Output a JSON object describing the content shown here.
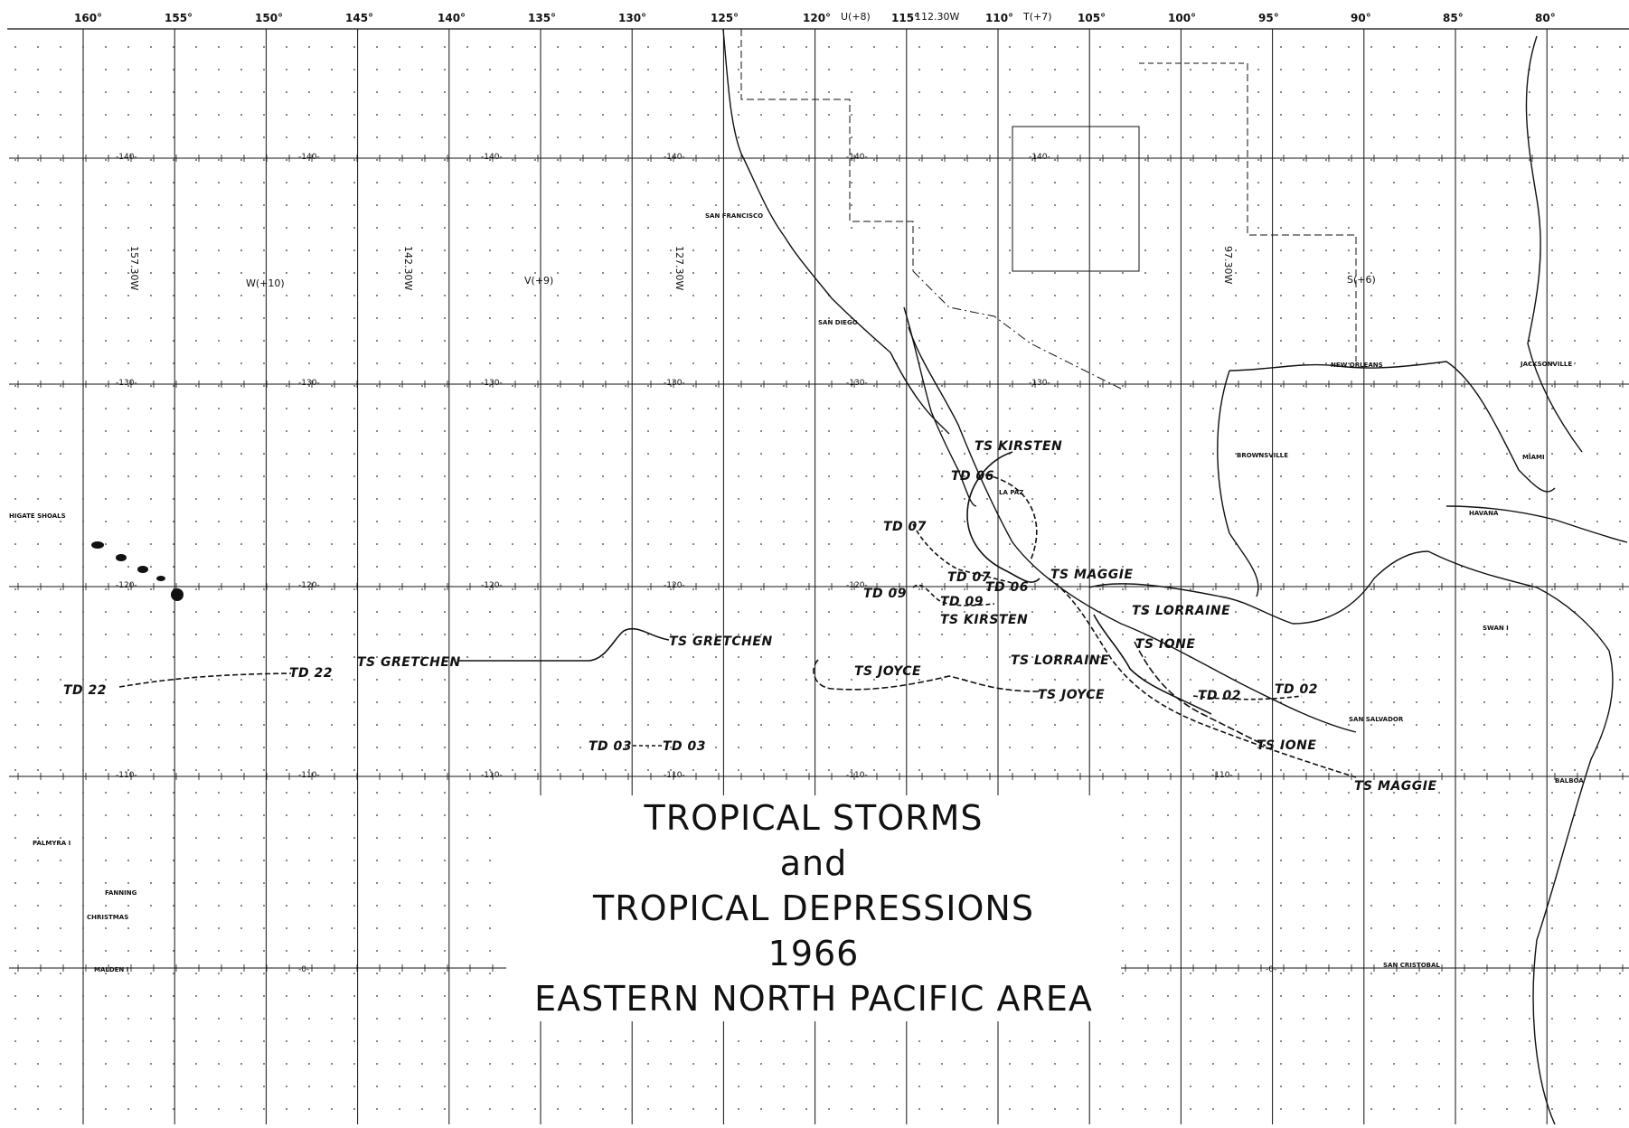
{
  "title": {
    "line1": "TROPICAL  STORMS",
    "line2": "and",
    "line3": "TROPICAL  DEPRESSIONS",
    "line4": "1966",
    "line5": "EASTERN NORTH PACIFIC AREA"
  },
  "longitude_labels": [
    "160°",
    "155°",
    "150°",
    "145°",
    "140°",
    "135°",
    "130°",
    "125°",
    "120°",
    "115°",
    "110°",
    "105°",
    "100°",
    "95°",
    "90°",
    "85°",
    "80°"
  ],
  "latitude_ticks": [
    "-140-",
    "-130-",
    "-120-",
    "-110-",
    "-0-"
  ],
  "time_zones": [
    "W(+10)",
    "V(+9)",
    "U(+8)",
    "T(+7)",
    "S(+6)"
  ],
  "meridian_labels": [
    "157.30W",
    "142.30W",
    "127.30W",
    "112.30W",
    "97.30W"
  ],
  "places": [
    "SAN FRANCISCO",
    "SAN DIEGO",
    "LA PAZ",
    "BROWNSVILLE",
    "NEW ORLEANS",
    "JACKSONVILLE",
    "MIAMI",
    "HAVANA",
    "SWAN I",
    "SAN SALVADOR",
    "BALBOA",
    "SAN CRISTOBAL",
    "PALMYRA I",
    "FANNING",
    "CHRISTMAS",
    "MALDEN I",
    "HIGATE SHOALS"
  ],
  "storms": [
    {
      "label": "TS GRETCHEN"
    },
    {
      "label": "TS GRETCHEN"
    },
    {
      "label": "TD 22"
    },
    {
      "label": "TD 22"
    },
    {
      "label": "TD 03"
    },
    {
      "label": "TD 03"
    },
    {
      "label": "TS KIRSTEN"
    },
    {
      "label": "TS KIRSTEN"
    },
    {
      "label": "TD 06"
    },
    {
      "label": "TD 06"
    },
    {
      "label": "TD 07"
    },
    {
      "label": "TD 07"
    },
    {
      "label": "TD 09"
    },
    {
      "label": "TD 09"
    },
    {
      "label": "TS JOYCE"
    },
    {
      "label": "TS JOYCE"
    },
    {
      "label": "TS MAGGIE"
    },
    {
      "label": "TS MAGGIE"
    },
    {
      "label": "TS LORRAINE"
    },
    {
      "label": "TS LORRAINE"
    },
    {
      "label": "TS IONE"
    },
    {
      "label": "TS IONE"
    },
    {
      "label": "TD 02"
    },
    {
      "label": "TD 02"
    }
  ]
}
